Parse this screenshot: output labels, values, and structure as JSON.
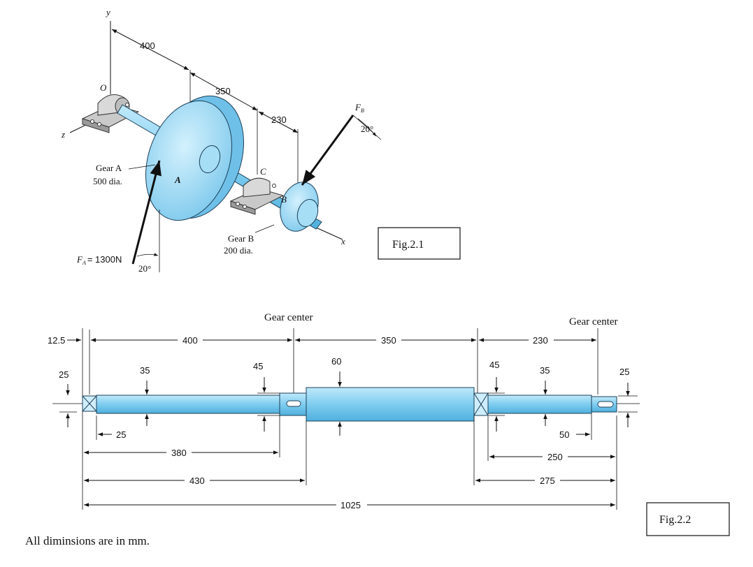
{
  "fig1": {
    "caption": "Fig.2.1",
    "axes": {
      "y": "y",
      "z": "z",
      "x": "x",
      "origin": "O"
    },
    "dims": {
      "d1": "400",
      "d2": "350",
      "d3": "230"
    },
    "gear_a": {
      "name": "Gear A",
      "dia": "500 dia.",
      "letter": "A"
    },
    "gear_b": {
      "name": "Gear B",
      "dia": "200 dia.",
      "letter": "B"
    },
    "bearing_c": "C",
    "force_a": "F",
    "force_a_sub": "A",
    "force_a_value": "= 1300N",
    "force_b": "F",
    "force_b_sub": "B",
    "angle_a": "20°",
    "angle_b": "20°"
  },
  "fig2": {
    "caption": "Fig.2.2",
    "gear_center_left": "Gear center",
    "gear_center_right": "Gear center",
    "top_dims": {
      "left": "12.5",
      "d400": "400",
      "d350": "350",
      "d230": "230"
    },
    "diameters": {
      "d25_left": "25",
      "d35_left": "35",
      "d45_left": "45",
      "d60": "60",
      "d45_right": "45",
      "d35_right": "35",
      "d25_right": "25"
    },
    "bottom_dims": {
      "d25": "25",
      "d380": "380",
      "d430": "430",
      "d50": "50",
      "d250": "250",
      "d275": "275",
      "d1025": "1025"
    }
  },
  "note": "All diminsions are in mm.",
  "colors": {
    "shaft": "#8fd3f4",
    "shaft_dark": "#4aa9d6",
    "outline": "#1b3f57"
  }
}
